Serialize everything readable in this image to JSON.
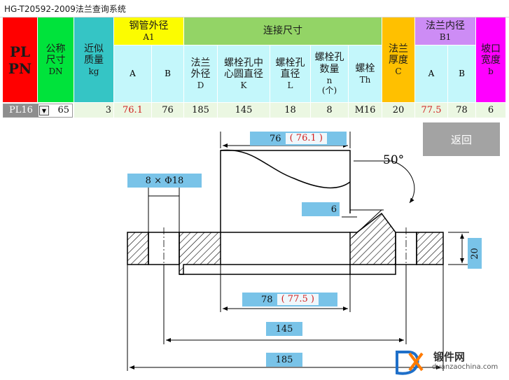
{
  "window": {
    "title": "HG-T20592-2009法兰查询系统"
  },
  "table": {
    "pl": "PL",
    "pn": "PN",
    "dn_label": "公称\n尺寸",
    "dn_sub": "DN",
    "mass_label": "近似\n质量",
    "mass_sub": "kg",
    "a1_label": "钢管外径",
    "a1_sub": "A1",
    "a_col": "A",
    "b_col": "B",
    "conn_label": "连接尺寸",
    "d_label": "法兰\n外径",
    "d_sub": "D",
    "k_label": "螺栓孔中\n心圆直径",
    "k_sub": "K",
    "l_label": "螺栓孔\n直径",
    "l_sub": "L",
    "n_label": "螺栓孔\n数量",
    "n_sub": "n\n(个)",
    "th_label": "螺栓",
    "th_sub": "Th",
    "c_label": "法兰\n厚度",
    "c_sub": "C",
    "b1_label": "法兰内径",
    "b1_sub": "B1",
    "a2_col": "A",
    "b2_col": "B",
    "bevel_label": "坡口\n宽度",
    "bevel_sub": "b"
  },
  "row": {
    "pl_value": "PL16",
    "dn_value": "65",
    "mass": "3",
    "a1_a": "76.1",
    "a1_b": "76",
    "d": "185",
    "k": "145",
    "l": "18",
    "n": "8",
    "th": "M16",
    "c": "20",
    "b1_a": "77.5",
    "b1_b": "78",
    "bevel": "6"
  },
  "drawing": {
    "dim_top_main": "76",
    "dim_top_paren_l": "(",
    "dim_top_val": "76.1",
    "dim_top_paren_r": ")",
    "dim_holes": "8 × Φ18",
    "dim_bevel": "6",
    "dim_angle": "50°",
    "dim_thick": "20",
    "dim_bore_main": "78",
    "dim_bore_paren_l": "(",
    "dim_bore_val": "77.5",
    "dim_bore_paren_r": ")",
    "dim_pcd": "145",
    "dim_od": "185"
  },
  "back_button": "返回",
  "logo": {
    "cn": "锻件网",
    "en": "duanzaochina.com"
  },
  "colors": {
    "red": "#ff0000",
    "green": "#00e33b",
    "teal": "#35c5c5",
    "yellow": "#fcfc00",
    "lightgreen": "#93d466",
    "cyan": "#c4f7fb",
    "orange": "#ffc000",
    "purple": "#cd8cf5",
    "magenta": "#ff00ff",
    "dimbox": "#79c3e8"
  }
}
